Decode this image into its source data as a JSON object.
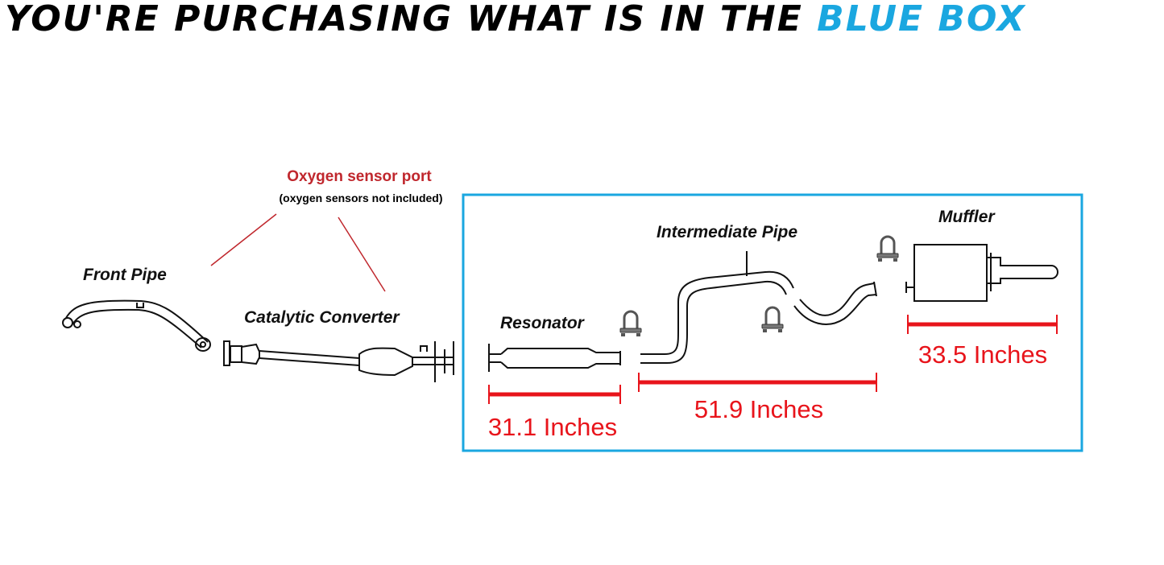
{
  "header": {
    "headline_main": "YOU'RE PURCHASING WHAT IS IN THE",
    "headline_accent": "BLUE BOX",
    "accent_color": "#1aa7e0"
  },
  "annotation": {
    "oxygen_port": "Oxygen sensor port",
    "oxygen_note": "(oxygen sensors not included)",
    "color": "#c0272d"
  },
  "parts": {
    "front_pipe": "Front Pipe",
    "catalytic_converter": "Catalytic Converter",
    "resonator": "Resonator",
    "intermediate_pipe": "Intermediate Pipe",
    "muffler": "Muffler"
  },
  "measurements": {
    "resonator_length": "31.1 Inches",
    "intermediate_length": "51.9 Inches",
    "muffler_length": "33.5 Inches",
    "color": "#e8141b"
  },
  "icons": [
    "u-bolt-clamp-icon"
  ]
}
